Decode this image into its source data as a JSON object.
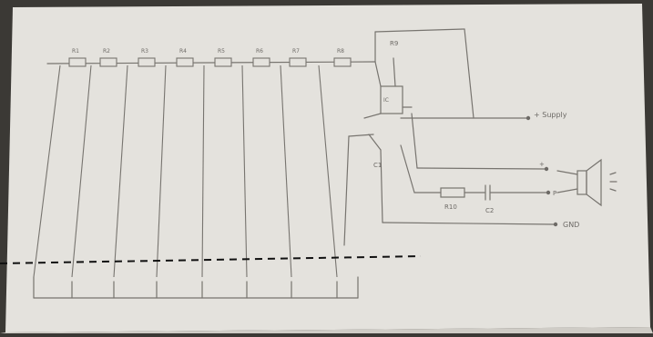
{
  "diagram": {
    "resistor_labels": [
      "R1",
      "R2",
      "R3",
      "R4",
      "R5",
      "R6",
      "R7",
      "R8"
    ],
    "component_labels": {
      "r9": "R9",
      "r10": "R10",
      "c1": "C1",
      "c2": "C2",
      "u1": "IC"
    },
    "terminal_labels": {
      "supply": "+ Supply",
      "speaker_pos": "+",
      "out": "P",
      "gnd": "GND"
    }
  },
  "colors": {
    "paper": "#e4e2dd",
    "ink": "#77746f",
    "dashed_line": "#111111",
    "background": "#3b3935"
  }
}
